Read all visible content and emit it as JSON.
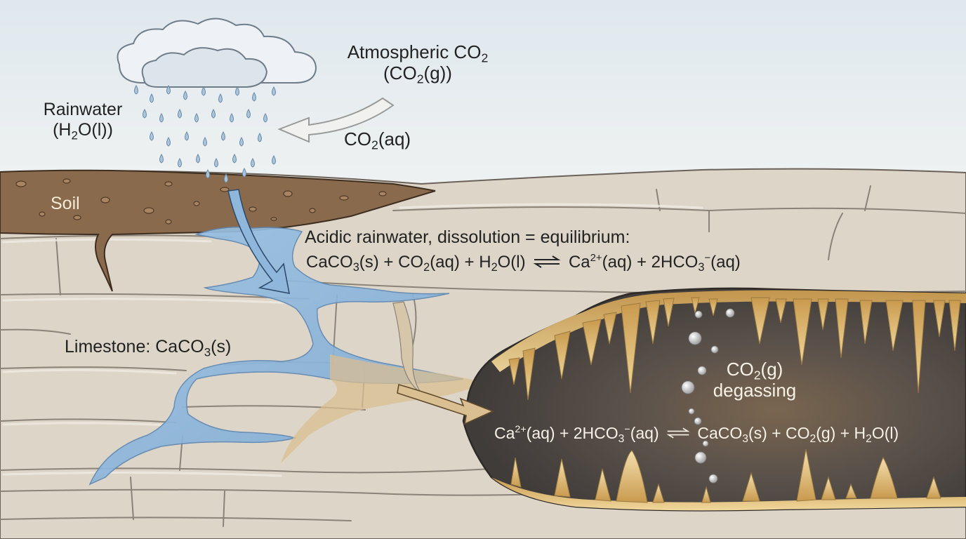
{
  "labels": {
    "atmospheric_co2": "Atmospheric CO",
    "atmospheric_co2_sub": "2",
    "atmospheric_co2_gas_pre": "(CO",
    "atmospheric_co2_gas_sub": "2",
    "atmospheric_co2_gas_post": "(g))",
    "rainwater": "Rainwater",
    "rainwater_formula_pre": "(H",
    "rainwater_formula_sub": "2",
    "rainwater_formula_post": "O(l))",
    "co2_aq_pre": "CO",
    "co2_aq_sub": "2",
    "co2_aq_post": "(aq)",
    "soil": "Soil",
    "limestone_pre": "Limestone: CaCO",
    "limestone_sub": "3",
    "limestone_post": "(s)",
    "dissolution_title": "Acidic rainwater, dissolution = equilibrium:",
    "degassing_co2_pre": "CO",
    "degassing_co2_sub": "2",
    "degassing_co2_post": "(g)",
    "degassing": "degassing"
  },
  "equations": {
    "dissolution": {
      "left_1": "CaCO",
      "left_1_sub": "3",
      "left_2": "(s) + CO",
      "left_2_sub": "2",
      "left_3": "(aq) + H",
      "left_3_sub": "2",
      "left_4": "O(l)",
      "right_1": "Ca",
      "right_1_sup": "2+",
      "right_2": "(aq) + 2HCO",
      "right_2_sub": "3",
      "right_2_sup": "−",
      "right_3": "(aq)"
    },
    "precipitation": {
      "left_1": "Ca",
      "left_1_sup": "2+",
      "left_2": "(aq) + 2HCO",
      "left_2_sub": "3",
      "left_2_sup": "−",
      "left_3": "(aq)",
      "right_1": "CaCO",
      "right_1_sub": "3",
      "right_2": "(s) + CO",
      "right_2_sub": "2",
      "right_3": "(g) + H",
      "right_3_sub": "2",
      "right_4": "O(l)"
    }
  },
  "colors": {
    "sky": "#e8eef2",
    "limestone": "#ddd5c8",
    "soil": "#8a6a4c",
    "water": "#8fb7dc",
    "cave": "#4c4743",
    "calcite": "#d7b06d"
  }
}
